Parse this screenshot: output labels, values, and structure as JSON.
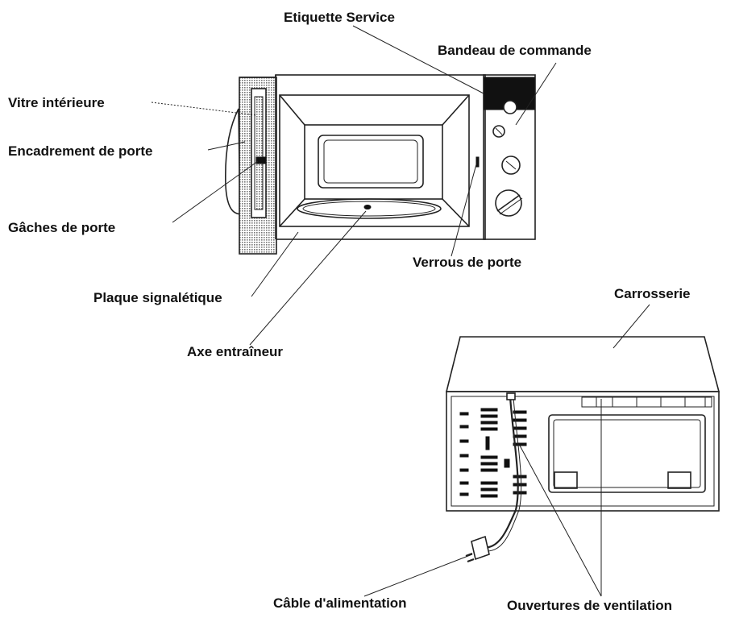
{
  "labels": {
    "etiquette_service": "Etiquette Service",
    "bandeau_commande": "Bandeau de commande",
    "vitre_interieure": "Vitre intérieure",
    "encadrement_porte": "Encadrement de porte",
    "gaches_porte": "Gâches de porte",
    "verrous_porte": "Verrous de porte",
    "plaque_signaletique": "Plaque signalétique",
    "axe_entraineur": "Axe entraîneur",
    "carrosserie": "Carrosserie",
    "cable_alimentation": "Câble d'alimentation",
    "ouvertures_ventilation": "Ouvertures de ventilation"
  },
  "colors": {
    "ink": "#222222",
    "background": "#ffffff",
    "door_hatch": "#8a8a8a"
  }
}
